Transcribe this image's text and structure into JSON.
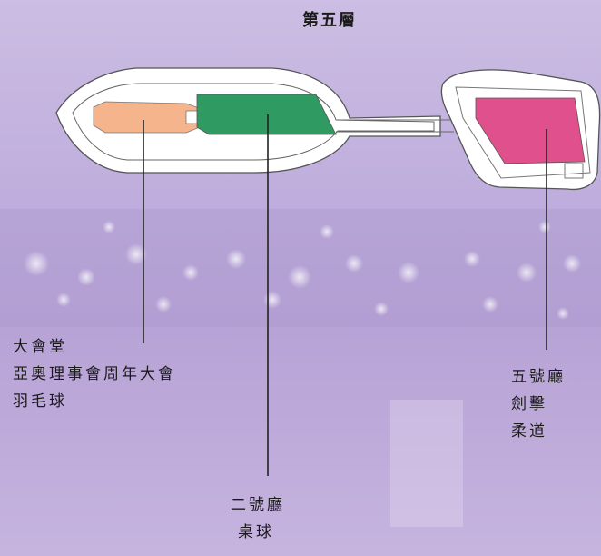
{
  "floor_title": "第五層",
  "halls": [
    {
      "id": "grand-hall",
      "color": "#f6b48c",
      "lines": [
        "大會堂",
        "亞奧理事會周年大會",
        "羽毛球"
      ]
    },
    {
      "id": "hall-2",
      "color": "#2f9a62",
      "lines": [
        "二號廳",
        "桌球"
      ]
    },
    {
      "id": "hall-5",
      "color": "#e0508c",
      "lines": [
        "五號廳",
        "劍擊",
        "柔道"
      ]
    }
  ]
}
